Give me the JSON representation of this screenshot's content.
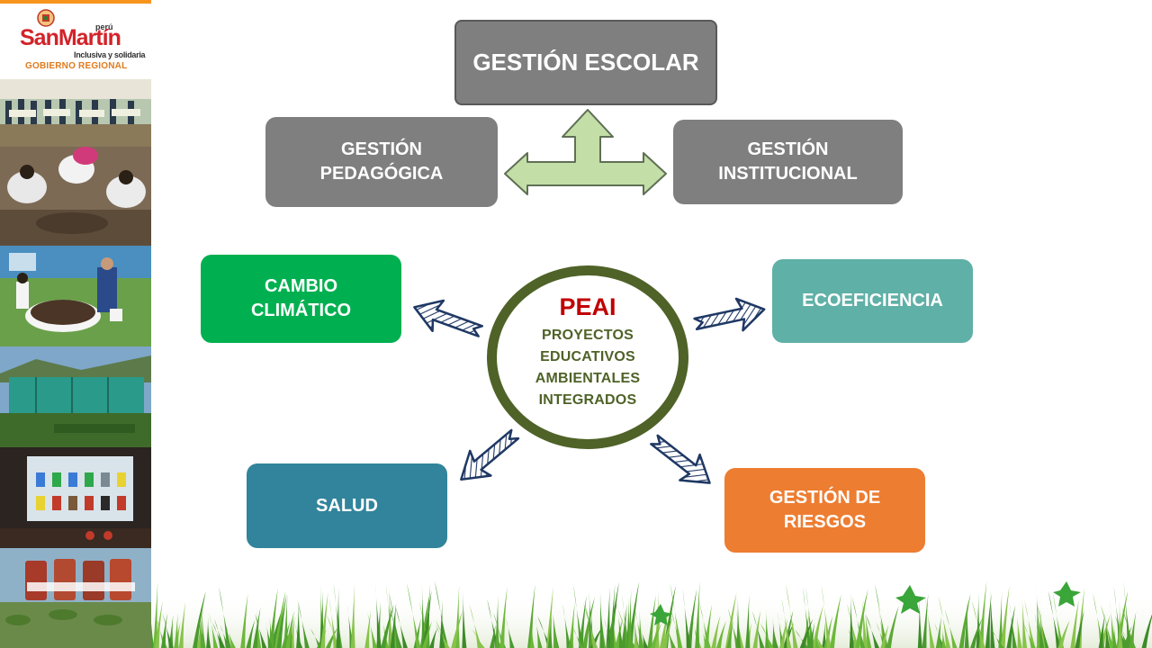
{
  "logo": {
    "country": "perú",
    "brand": "SanMartín",
    "tagline": "Inclusiva y solidaria",
    "region": "GOBIERNO REGIONAL"
  },
  "diagram": {
    "gestion_escolar": "GESTIÓN ESCOLAR",
    "gestion_pedagogica": "GESTIÓN\nPEDAGÓGICA",
    "gestion_institucional": "GESTIÓN\nINSTITUCIONAL",
    "peai_title": "PEAI",
    "peai_lines": [
      "PROYECTOS",
      "EDUCATIVOS",
      "AMBIENTALES",
      "INTEGRADOS"
    ],
    "cambio_climatico": "CAMBIO\nCLIMÁTICO",
    "ecoeficiencia": "ECOEFICIENCIA",
    "salud": "SALUD",
    "gestion_riesgos": "GESTIÓN DE\nRIESGOS"
  },
  "colors": {
    "gray_box": "#7f7f7f",
    "cambio_climatico": "#00b050",
    "ecoeficiencia": "#5fb0a6",
    "salud": "#31849b",
    "gestion_riesgos": "#ed7d31",
    "peai_ring": "#4f6228",
    "peai_title": "#c00000",
    "three_way_arrow": "#c3dfa7",
    "direction_arrows": "#1f3864"
  },
  "icons": {
    "three_way_arrow": "three-way-arrow-icon",
    "direction_arrows": "hatched-arrow-icon"
  }
}
